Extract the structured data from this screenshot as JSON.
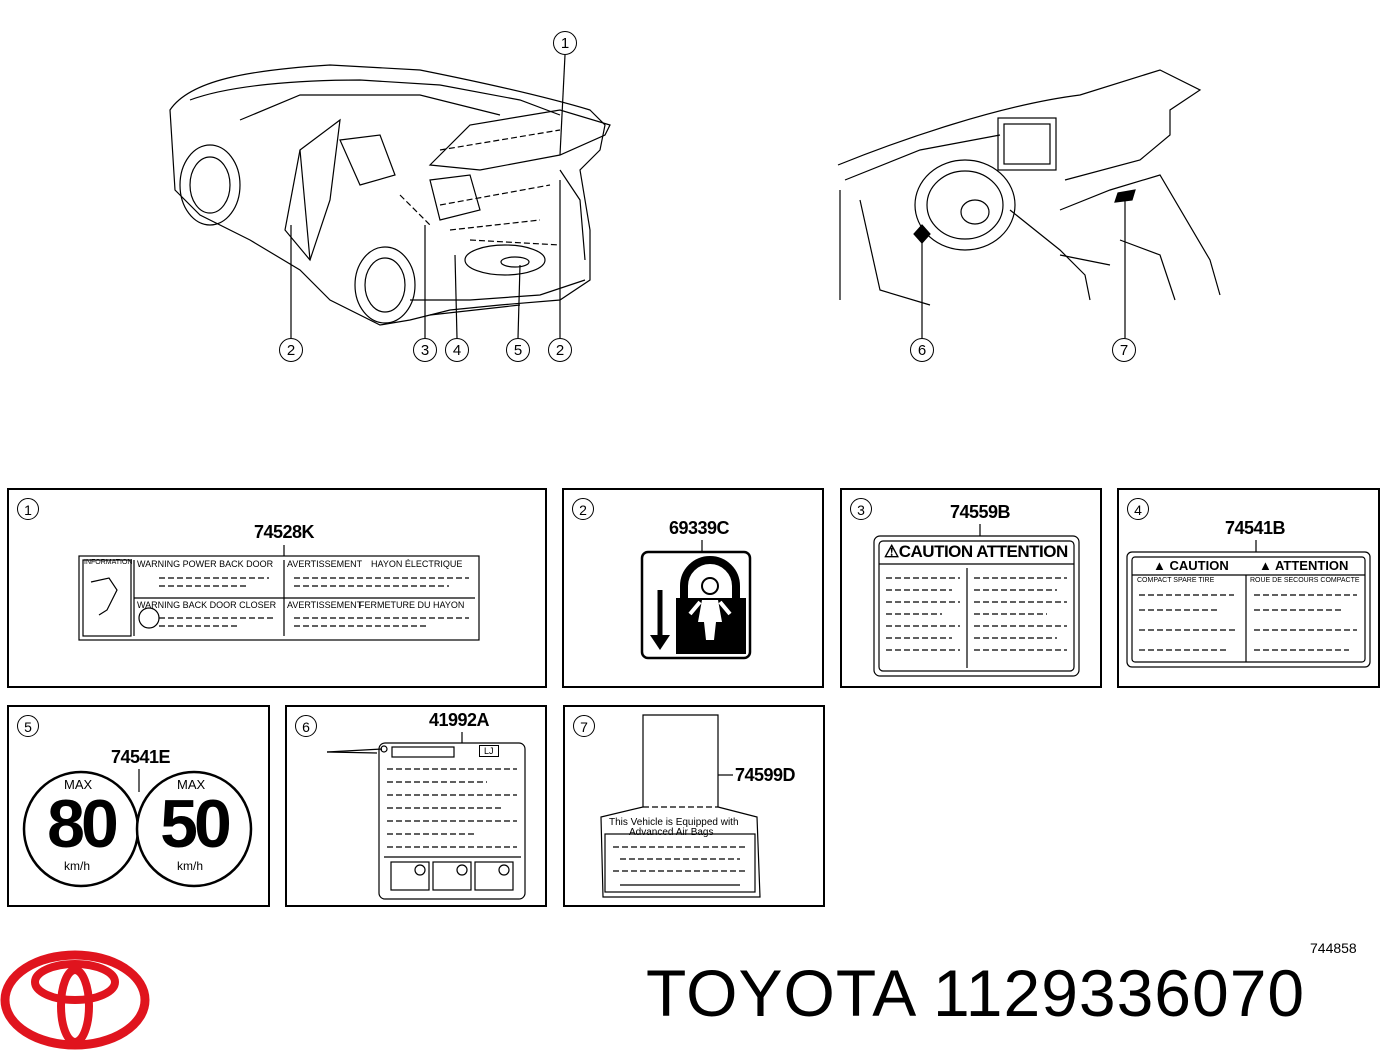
{
  "diagram": {
    "callouts": [
      "1",
      "2",
      "3",
      "4",
      "5",
      "2",
      "6",
      "7"
    ],
    "panels": [
      {
        "index": "1",
        "part": "74528K"
      },
      {
        "index": "2",
        "part": "69339C"
      },
      {
        "index": "3",
        "part": "74559B"
      },
      {
        "index": "4",
        "part": "74541B"
      },
      {
        "index": "5",
        "part": "74541E"
      },
      {
        "index": "6",
        "part": "41992A"
      },
      {
        "index": "7",
        "part": "74599D"
      }
    ],
    "label1": {
      "row1_left": "WARNING  POWER BACK DOOR",
      "row1_right_tag": "AVERTISSEMENT",
      "row1_right": "HAYON ÉLECTRIQUE",
      "row2_left": "WARNING  BACK DOOR CLOSER",
      "row2_right_tag": "AVERTISSEMENT",
      "row2_right": "FERMETURE DU HAYON",
      "info": "INFORMATION"
    },
    "label3": {
      "heading": "⚠CAUTION ATTENTION"
    },
    "label4": {
      "caution": "CAUTION",
      "attention": "ATTENTION",
      "left_sub": "COMPACT SPARE TIRE",
      "right_sub": "ROUE DE SECOURS COMPACTE"
    },
    "label5": {
      "max_left": "MAX",
      "speed_left": "80",
      "unit_left": "km/h",
      "max_right": "MAX",
      "speed_right": "50",
      "unit_right": "km/h"
    },
    "label6": {
      "tag": "LJ"
    },
    "label7": {
      "line1": "This Vehicle is Equipped with",
      "line2": "Advanced Air Bags"
    }
  },
  "footer": {
    "brand": "TOYOTA",
    "part_number": "1129336070",
    "doc_id": "744858",
    "logo_color": "#e0141e"
  }
}
